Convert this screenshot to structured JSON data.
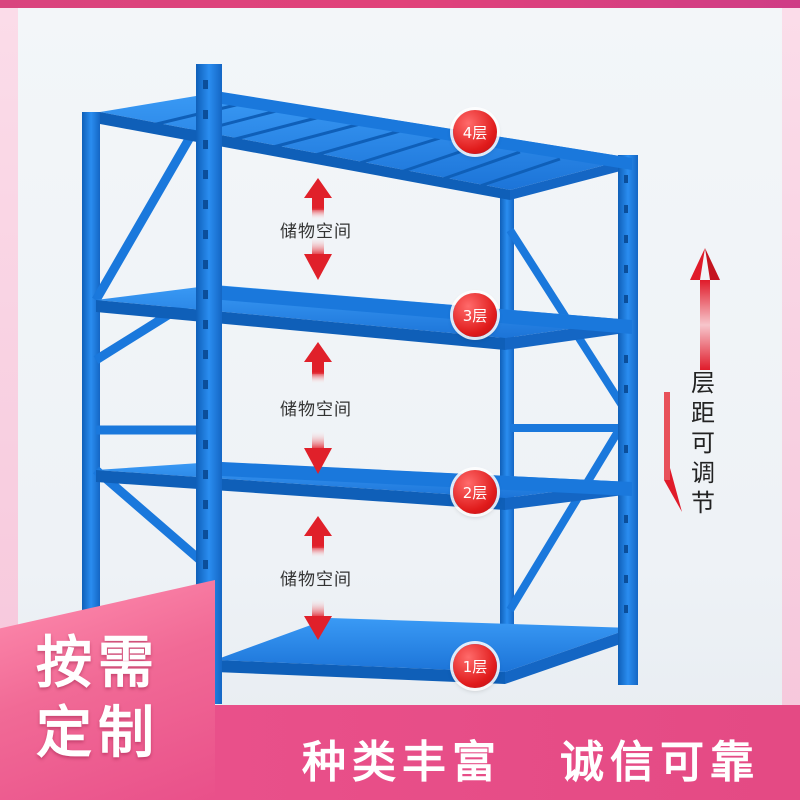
{
  "shelves": {
    "layer_labels": [
      "4层",
      "3层",
      "2层",
      "1层"
    ],
    "storage_label": "储物空间"
  },
  "side_note": {
    "chars": [
      "层",
      "距",
      "可",
      "调",
      "节"
    ]
  },
  "corner_badge": {
    "line1": "按需",
    "line2": "定制"
  },
  "bottom_banner": {
    "left_slogan": "种类丰富",
    "right_slogan": "诚信可靠"
  },
  "colors": {
    "rack_blue": "#1f7fe0",
    "rack_dark": "#0f5fb8",
    "accent_red": "#e01b1b",
    "banner_pink": "#e9508a"
  }
}
